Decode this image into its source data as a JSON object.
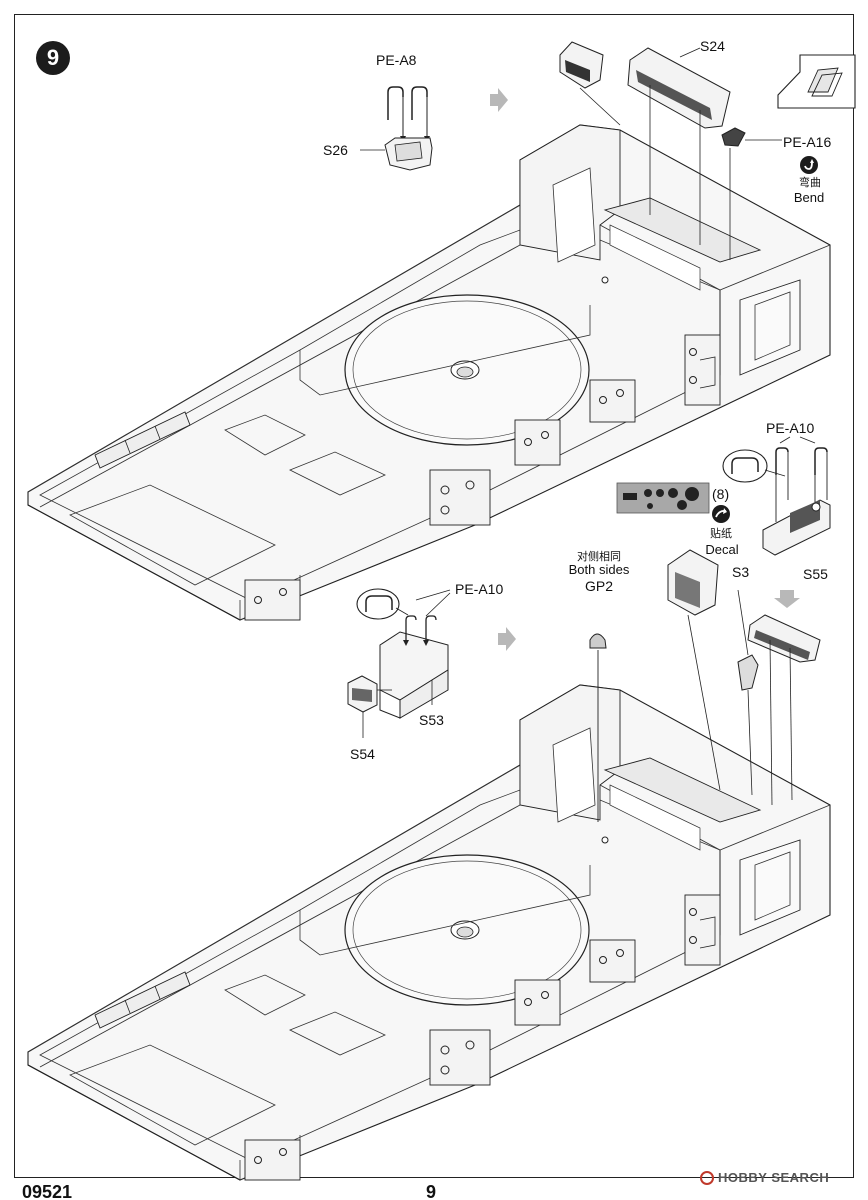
{
  "step": {
    "number": "9"
  },
  "labels": {
    "pe_a8": "PE-A8",
    "s26": "S26",
    "s24": "S24",
    "pe_a16": "PE-A16",
    "bend_cn": "弯曲",
    "bend_en": "Bend",
    "pe_a10_top": "PE-A10",
    "decal_num": "(8)",
    "decal_cn": "贴纸",
    "decal_en": "Decal",
    "s55": "S55",
    "s3": "S3",
    "both_sides_cn": "对侧相同",
    "both_sides_en": "Both sides",
    "gp2": "GP2",
    "pe_a10_bottom": "PE-A10",
    "s53": "S53",
    "s54": "S54"
  },
  "icons": [
    "bend-icon",
    "arrow-right-icon",
    "arrow-down-icon",
    "bend-detail-icon"
  ],
  "footer": {
    "code": "09521",
    "page": "9"
  },
  "watermark": "HOBBY SEARCH"
}
